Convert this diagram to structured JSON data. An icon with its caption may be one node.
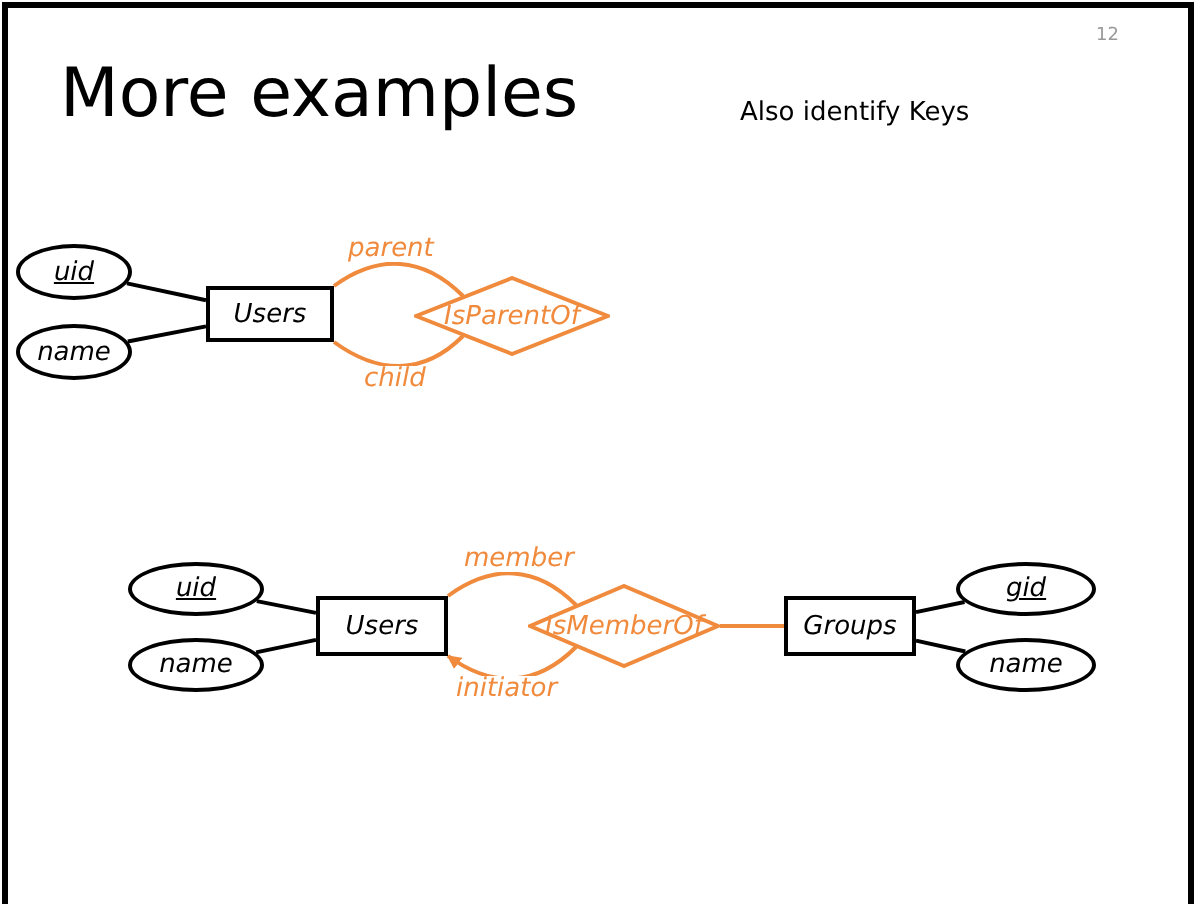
{
  "diagram": {
    "title": "More examples",
    "nodes": [
      {
        "text": [
          "uid"
        ]
      },
      {
        "text": [
          "name"
        ]
      },
      {
        "text": [
          "Users"
        ]
      },
      {
        "text": [
          "IsParentOf"
        ]
      },
      {
        "text": [
          "uid"
        ]
      },
      {
        "text": [
          "name"
        ]
      },
      {
        "text": [
          "Users"
        ]
      },
      {
        "text": [
          "IsMemberOf"
        ]
      },
      {
        "text": [
          "Groups"
        ]
      },
      {
        "text": [
          "gid"
        ]
      },
      {
        "text": [
          "name"
        ]
      }
    ],
    "edges": [
      {
        "from": 0,
        "to": 2,
        "arrow": "none"
      },
      {
        "from": 1,
        "to": 2,
        "arrow": "none"
      },
      {
        "from": 2,
        "to": 3,
        "arrow": "none",
        "label": "parent",
        "color": "#f08a3c"
      },
      {
        "from": 2,
        "to": 3,
        "arrow": "none",
        "label": "child",
        "color": "#f08a3c"
      },
      {
        "from": 4,
        "to": 6,
        "arrow": "none"
      },
      {
        "from": 5,
        "to": 6,
        "arrow": "none"
      },
      {
        "from": 6,
        "to": 7,
        "arrow": "none",
        "label": "member",
        "color": "#f08a3c"
      },
      {
        "from": 7,
        "to": 6,
        "arrow": "to",
        "label": "initiator",
        "color": "#f08a3c"
      },
      {
        "from": 7,
        "to": 8,
        "arrow": "none",
        "color": "#f08a3c"
      },
      {
        "from": 8,
        "to": 9,
        "arrow": "none"
      },
      {
        "from": 8,
        "to": 10,
        "arrow": "none"
      }
    ],
    "labels": [
      "12",
      "Also identify Keys"
    ]
  }
}
